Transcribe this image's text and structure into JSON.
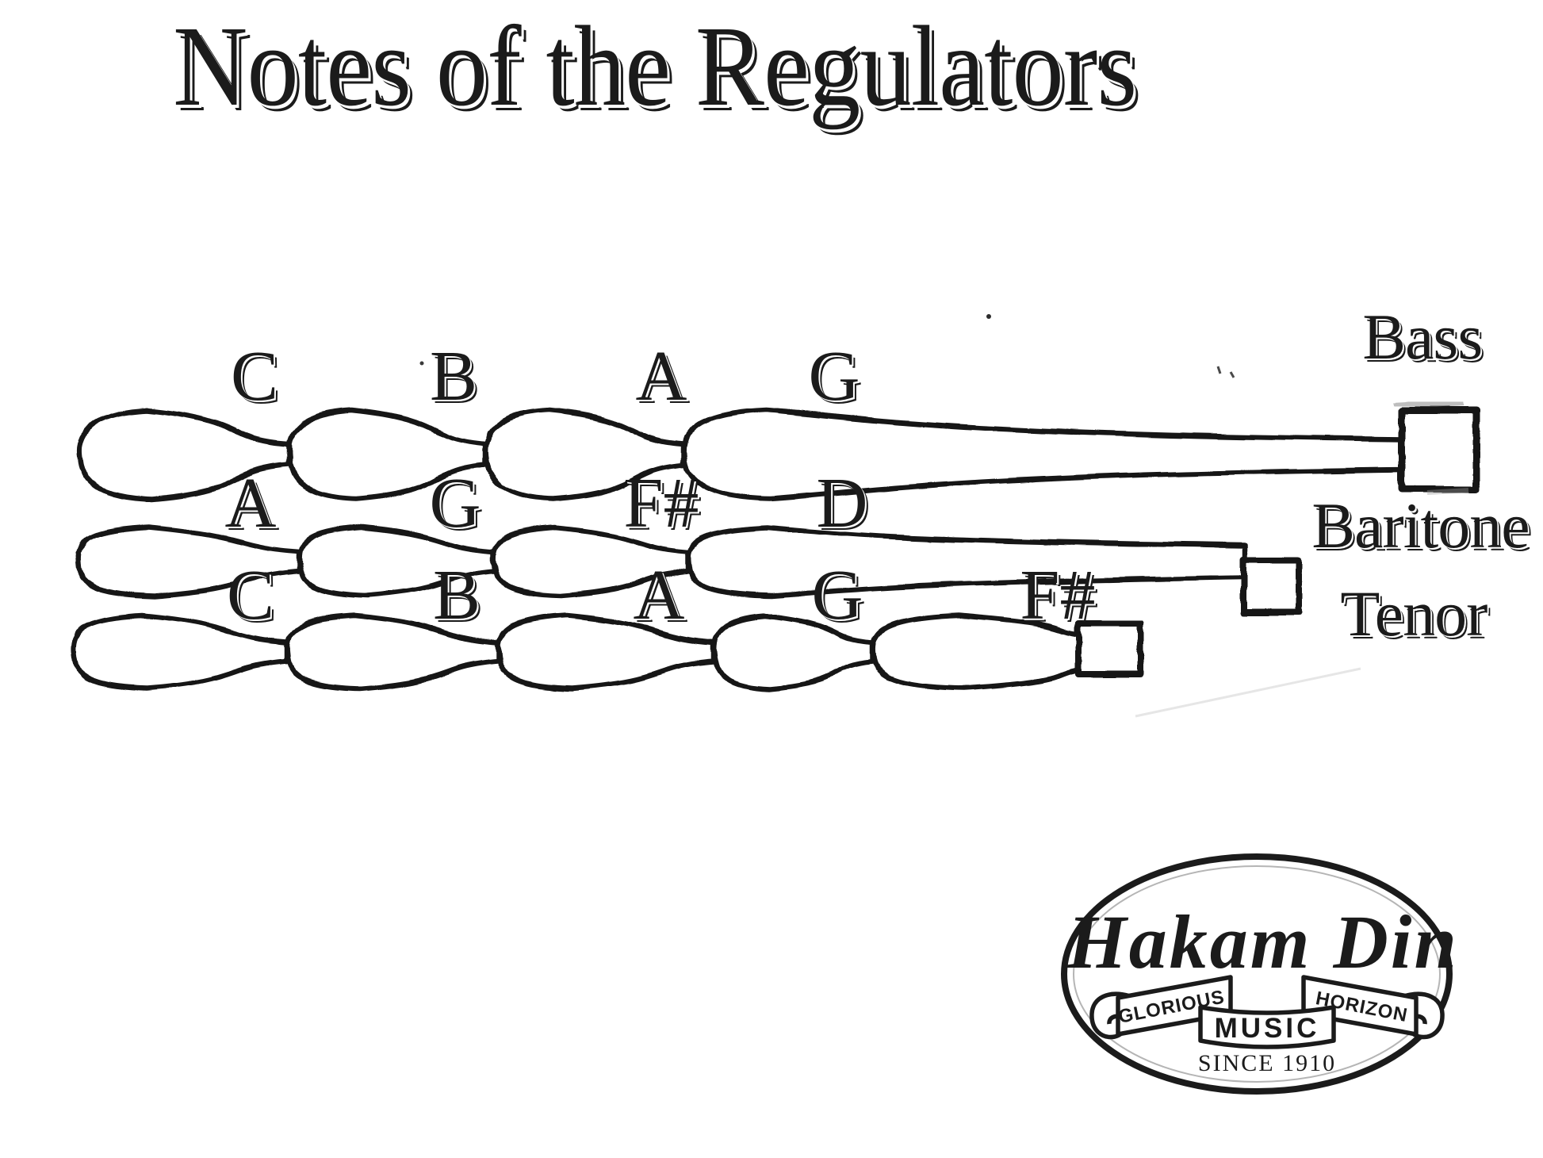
{
  "title": "Notes of the Regulators",
  "regulators": [
    {
      "name": "Bass",
      "notes": [
        "C",
        "B",
        "A",
        "G"
      ]
    },
    {
      "name": "Baritone",
      "notes": [
        "A",
        "G",
        "F#",
        "D"
      ]
    },
    {
      "name": "Tenor",
      "notes": [
        "C",
        "B",
        "A",
        "G",
        "F#"
      ]
    }
  ],
  "logo": {
    "brand": "Hakam Din",
    "banner_left": "GLORIOUS",
    "banner_center": "MUSIC",
    "banner_right": "HORIZON",
    "tagline": "SINCE 1910"
  },
  "colors": {
    "ink": "#1b1b1b",
    "background": "#ffffff"
  }
}
